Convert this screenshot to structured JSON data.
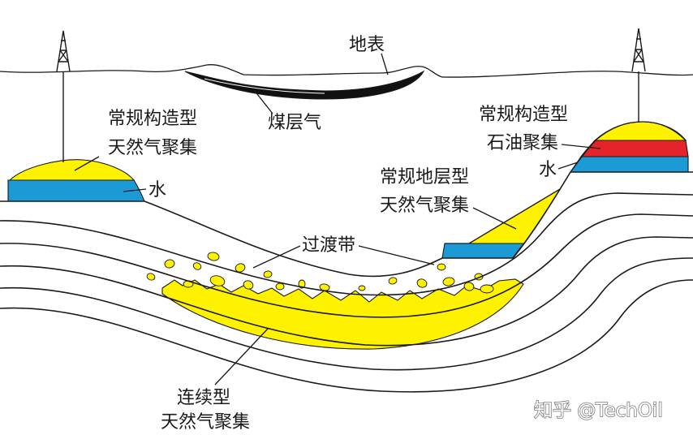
{
  "labels": {
    "surface": "地表",
    "coalbed_gas": "煤层气",
    "left_structural_gas": {
      "line1": "常规构造型",
      "line2": "天然气聚集"
    },
    "left_water": "水",
    "right_structural_oil": {
      "line1": "常规构造型",
      "line2": "石油聚集"
    },
    "right_water": "水",
    "stratigraphic_gas": {
      "line1": "常规地层型",
      "line2": "天然气聚集"
    },
    "transition_zone": "过渡带",
    "continuous_gas": {
      "line1": "连续型",
      "line2": "天然气聚集"
    }
  },
  "watermark": "知乎 @TechOil",
  "colors": {
    "gas": "#fff200",
    "water": "#1c9ad6",
    "oil": "#e5232b",
    "coal": "#111111"
  }
}
